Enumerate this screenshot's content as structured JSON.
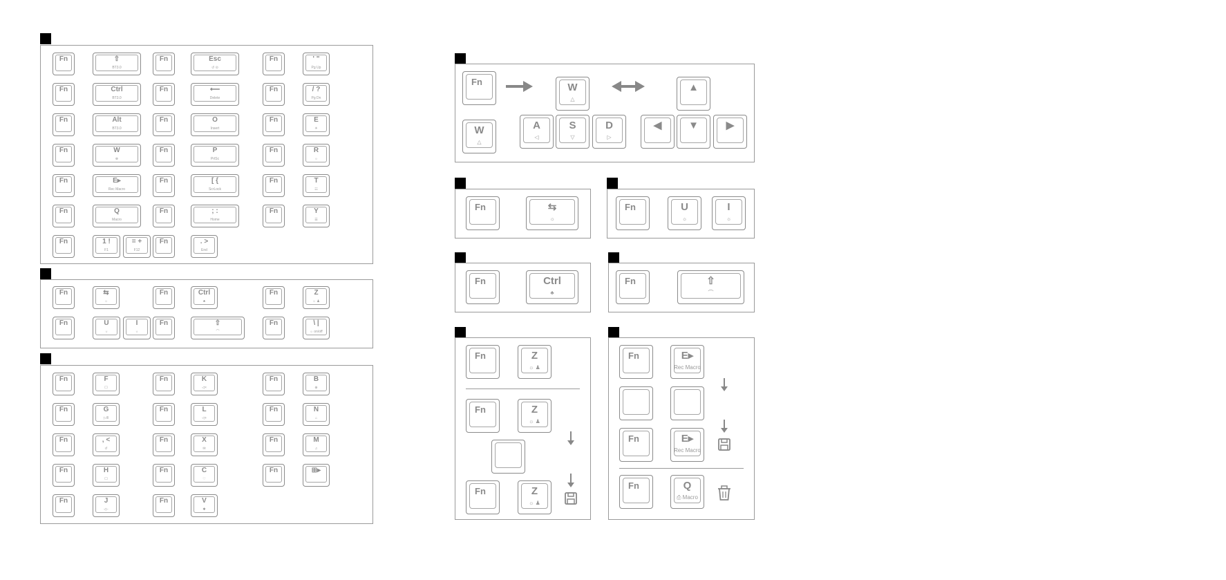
{
  "labels": {
    "fn": "Fn"
  },
  "panel1": {
    "rows": [
      [
        {
          "main": "Fn"
        },
        {
          "main": "⇧",
          "sub": "BT3.0"
        },
        {
          "main": "Fn"
        },
        {
          "main": "Esc",
          "sub": "↺ ⊙"
        },
        {
          "main": "Fn"
        },
        {
          "main": "' \"",
          "sub": "Pg Up"
        }
      ],
      [
        {
          "main": "Fn"
        },
        {
          "main": "Ctrl",
          "sub": "BT3.0"
        },
        {
          "main": "Fn"
        },
        {
          "main": "⟵",
          "sub": "Delete"
        },
        {
          "main": "Fn"
        },
        {
          "main": "/ ?",
          "sub": "Pg Dn"
        }
      ],
      [
        {
          "main": "Fn"
        },
        {
          "main": "Alt",
          "sub": "BT3.0"
        },
        {
          "main": "Fn"
        },
        {
          "main": "O",
          "sub": "Insert"
        },
        {
          "main": "Fn"
        },
        {
          "main": "E",
          "sub": "☀"
        }
      ],
      [
        {
          "main": "Fn"
        },
        {
          "main": "W",
          "sub": "⊕"
        },
        {
          "main": "Fn"
        },
        {
          "main": "P",
          "sub": "PrtSc"
        },
        {
          "main": "Fn"
        },
        {
          "main": "R",
          "sub": "☼"
        }
      ],
      [
        {
          "main": "Fn"
        },
        {
          "main": "E▸",
          "sub": "Rec Macro"
        },
        {
          "main": "Fn"
        },
        {
          "main": "[ {",
          "sub": "ScrLock"
        },
        {
          "main": "Fn"
        },
        {
          "main": "T",
          "sub": "☷"
        }
      ],
      [
        {
          "main": "Fn"
        },
        {
          "main": "Q",
          "sub": "Macro"
        },
        {
          "main": "Fn"
        },
        {
          "main": "; :",
          "sub": "Home"
        },
        {
          "main": "Fn"
        },
        {
          "main": "Y",
          "sub": "☰"
        }
      ]
    ],
    "last_row": [
      {
        "main": "Fn"
      },
      {
        "main": "1 !",
        "sub": "F1"
      },
      {
        "main": "= +",
        "sub": "F12"
      },
      {
        "main": "Fn"
      },
      {
        "main": ". >",
        "sub": "End"
      }
    ]
  },
  "panel2": {
    "row1": [
      {
        "main": "Fn"
      },
      {
        "main": "⇆",
        "sub": "☼"
      },
      {
        "main": "Fn"
      },
      {
        "main": "Ctrl",
        "sub": "♣"
      },
      {
        "main": "Fn"
      },
      {
        "main": "Z",
        "sub": "☼ ♟"
      }
    ],
    "row2": [
      {
        "main": "Fn"
      },
      {
        "main": "U",
        "sub": "☼"
      },
      {
        "main": "I",
        "sub": "☼"
      },
      {
        "main": "Fn"
      },
      {
        "main": "⇧",
        "sub": "⌒"
      },
      {
        "main": "Fn"
      },
      {
        "main": "\\ |",
        "sub": "☼ on/off"
      }
    ]
  },
  "panel3": {
    "col1": [
      {
        "main": "F",
        "sub": "☐"
      },
      {
        "main": "G",
        "sub": "▷/‖"
      },
      {
        "main": ", <",
        "sub": "↺"
      },
      {
        "main": "H",
        "sub": "☐"
      },
      {
        "main": "J",
        "sub": "◁−"
      }
    ],
    "col2": [
      {
        "main": "K",
        "sub": "◁×"
      },
      {
        "main": "L",
        "sub": "◁+"
      },
      {
        "main": "X",
        "sub": "✉"
      },
      {
        "main": "C",
        "sub": "♡"
      },
      {
        "main": "V",
        "sub": "✱"
      }
    ],
    "col3": [
      {
        "main": "B",
        "sub": "⊕"
      },
      {
        "main": "N",
        "sub": "⌂"
      },
      {
        "main": "M",
        "sub": "♫"
      },
      {
        "main": "⊞▸",
        "sub": ""
      }
    ]
  },
  "wasd": {
    "fn": "Fn",
    "w_top": {
      "main": "W",
      "sub": "△"
    },
    "w_left": {
      "main": "W",
      "sub": "△"
    },
    "a": {
      "main": "A",
      "sub": "◁"
    },
    "s": {
      "main": "S",
      "sub": "▽"
    },
    "d": {
      "main": "D",
      "sub": "▷"
    },
    "up": "▲",
    "left": "◀",
    "down": "▼",
    "right": "▶"
  },
  "small_panels": {
    "p5": {
      "fn": "Fn",
      "key": {
        "main": "⇆",
        "sub": "☼"
      }
    },
    "p6": {
      "fn": "Fn",
      "u": {
        "main": "U",
        "sub": "☼"
      },
      "i": {
        "main": "I",
        "sub": "☼"
      }
    },
    "p7": {
      "fn": "Fn",
      "key": {
        "main": "Ctrl",
        "sub": "♣"
      }
    },
    "p8": {
      "fn": "Fn",
      "key": {
        "main": "⇧",
        "sub": "⌒"
      }
    }
  },
  "panel9": {
    "fn": "Fn",
    "z": {
      "main": "Z",
      "sub": "☼ ♟"
    }
  },
  "panel10": {
    "fn": "Fn",
    "rec": {
      "main": "E▸",
      "sub": "Rec Macro"
    },
    "q": {
      "main": "Q",
      "sub": "⎙ Macro"
    }
  },
  "icons": {
    "arrow_right": "arrow-right-icon",
    "double_arrow": "double-arrow-icon",
    "down_arrow": "down-arrow-icon",
    "save": "save-icon",
    "trash": "trash-icon"
  }
}
